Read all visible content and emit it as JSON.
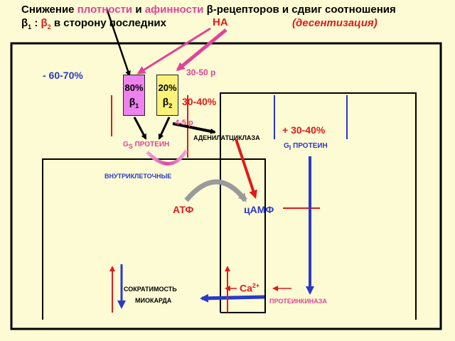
{
  "title": {
    "line1_a": "Снижение ",
    "line1_b": "плотности",
    "line1_c": " и ",
    "line1_d": "афинности",
    "line1_e": " β-рецепторов и сдвиг соотношения",
    "line2_a": "β",
    "line2_a_sub": "1",
    "line2_b": " : ",
    "line2_c": "β",
    "line2_c_sub": "2",
    "line2_d": " в сторону последних",
    "line2_e": "(десентизация)"
  },
  "labels": {
    "ha": "НА",
    "density_drop": "- 60-70%",
    "affinity_30_50": "30-50 р",
    "beta2_increase": "30-40%",
    "increase_4_5": "4-5 р",
    "gi_increase": "+ 30-40%",
    "receptor_b1_pct": "80%",
    "receptor_b1_sym": "β",
    "receptor_b1_sub": "1",
    "receptor_b2_pct": "20%",
    "receptor_b2_sym": "β",
    "receptor_b2_sub": "2",
    "gs_protein_g": "G",
    "gs_protein_sub": "S",
    "gs_protein_rest": " ПРОТЕИН",
    "adenylate_cyclase": "АДЕНИЛАТЦИКЛАЗА",
    "gi_protein_g": "G",
    "gi_protein_sub": "I",
    "gi_protein_rest": " ПРОТЕИН",
    "intracellular": "ВНУТРИКЛЕТОЧНЫЕ",
    "atp": "АТФ",
    "camp": "цАМФ",
    "contractility": "СОКРАТИМОСТЬ",
    "myocardium": "МИОКАРДА",
    "calcium": "Ca",
    "calcium_sup": "2+",
    "protein_kinase": "ПРОТЕИНКИНАЗА"
  },
  "colors": {
    "background": "#fdfbd4",
    "membrane": "#000000",
    "pink": "#e0449a",
    "red": "#e01b1b",
    "blue": "#2a39c8",
    "beta1_fill": "#ee82ee",
    "beta2_fill": "#fbf27a"
  }
}
